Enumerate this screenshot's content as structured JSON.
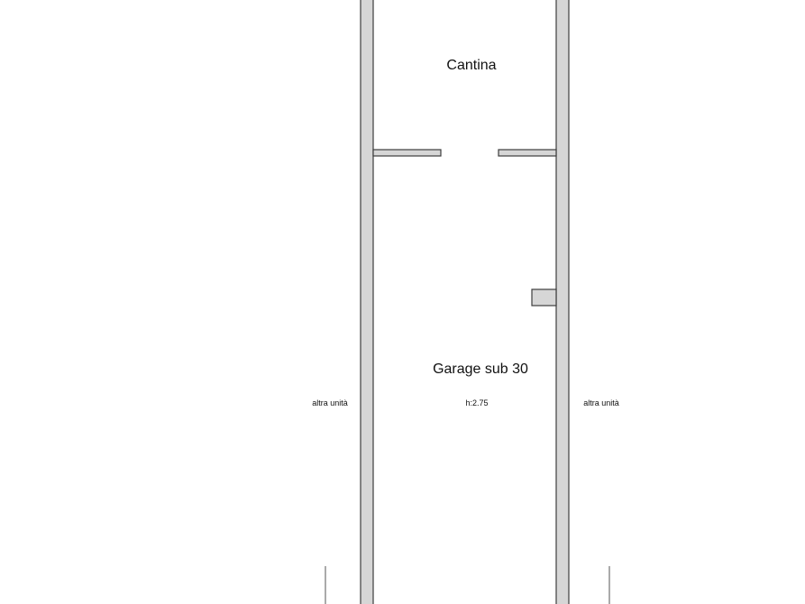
{
  "rooms": {
    "cantina": {
      "label": "Cantina"
    },
    "garage": {
      "label": "Garage sub 30",
      "height": "h:2.75"
    }
  },
  "neighbors": {
    "left": "altra unità",
    "right": "altra unità"
  },
  "colors": {
    "wall_fill": "#d6d6d6",
    "wall_stroke": "#3c3c3c",
    "text": "#111111",
    "background": "#ffffff"
  }
}
